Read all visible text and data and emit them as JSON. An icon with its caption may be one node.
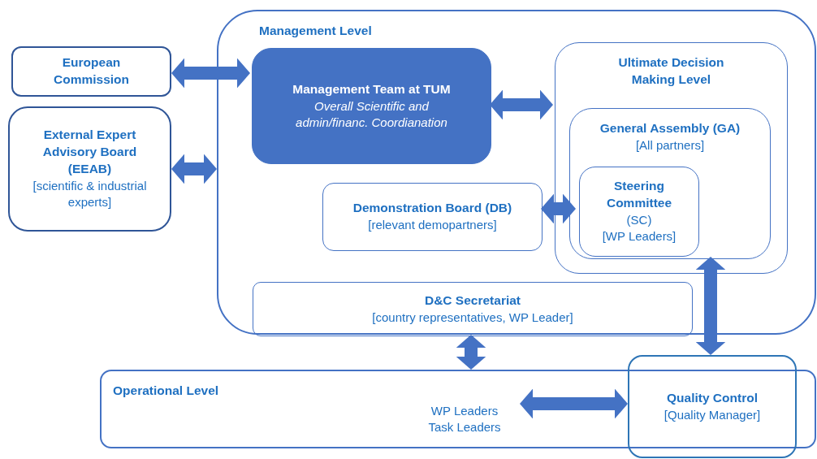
{
  "diagram": {
    "nodes": [
      {
        "text": [
          "Management Level"
        ]
      },
      {
        "text": [
          "Management Team at TUM",
          "Overall Scientific and admin/financ. Coordianation"
        ],
        "in": 0
      },
      {
        "text": [
          "Ultimate Decision Making Level"
        ],
        "in": 0
      },
      {
        "text": [
          "General Assembly (GA)",
          "[All partners]"
        ],
        "in": 2
      },
      {
        "text": [
          "Steering Committee",
          "(SC)",
          "[WP Leaders]"
        ],
        "in": 3
      },
      {
        "text": [
          "Demonstration Board (DB)",
          "[relevant demopartners]"
        ],
        "in": 0
      },
      {
        "text": [
          "D&C Secretariat",
          "[country representatives, WP Leader]"
        ],
        "in": 0
      },
      {
        "text": [
          "European Commission"
        ]
      },
      {
        "text": [
          "External Expert Advisory Board (EEAB)",
          "[scientific & industrial experts]"
        ]
      },
      {
        "text": [
          "Operational Level"
        ]
      },
      {
        "text": [
          "WP Leaders Task Leaders"
        ],
        "in": 9
      },
      {
        "text": [
          "Quality Control",
          "[Quality Manager]"
        ]
      }
    ],
    "edges": [
      {
        "from": 7,
        "to": 1,
        "arrow": "both"
      },
      {
        "from": 8,
        "to": 0,
        "arrow": "both"
      },
      {
        "from": 1,
        "to": 2,
        "arrow": "both"
      },
      {
        "from": 5,
        "to": 4,
        "arrow": "both"
      },
      {
        "from": 6,
        "to": 9,
        "arrow": "both"
      },
      {
        "from": 10,
        "to": 11,
        "arrow": "both"
      },
      {
        "from": 3,
        "to": 11,
        "arrow": "both"
      }
    ]
  }
}
